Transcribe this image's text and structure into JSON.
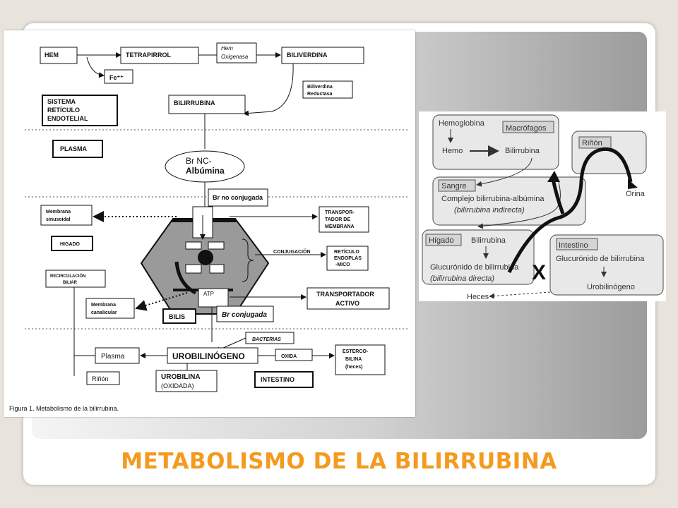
{
  "title": "METABOLISMO DE LA BILIRRUBINA",
  "left_figure": {
    "hem": "HEM",
    "tetrapirrol": "TETRAPIRROL",
    "hem_oxigenasa_1": "Hem",
    "hem_oxigenasa_2": "Oxigenasa",
    "biliverdina": "BILIVERDINA",
    "fe": "Fe⁺⁺",
    "biliverdina_reductasa_1": "Biliverdina",
    "biliverdina_reductasa_2": "Reductasa",
    "sistema_1": "SISTEMA",
    "sistema_2": "RETÍCULO",
    "sistema_3": "ENDOTELIAL",
    "bilirrubina": "BILIRRUBINA",
    "plasma": "PLASMA",
    "br_nc": "Br NC-",
    "albumina": "Albúmina",
    "br_no_conjugada": "Br no conjugada",
    "membrana_sinusoidal_1": "Membrana",
    "membrana_sinusoidal_2": "sinusoidal",
    "transportador_membrana_1": "TRANSPOR-",
    "transportador_membrana_2": "TADOR DE",
    "transportador_membrana_3": "MEMBRANA",
    "higado": "HIGADO",
    "conjugacion": "CONJUGACIÓN",
    "reticulo_1": "RETÍCULO",
    "reticulo_2": "ENDOPLÁS",
    "reticulo_3": "-MICO",
    "recirculacion_1": "RECIRCULACIÓN",
    "recirculacion_2": "BILIAR",
    "atp": "ATP",
    "transportador_activo_1": "TRANSPORTADOR",
    "transportador_activo_2": "ACTIVO",
    "membrana_canalicular_1": "Membrana",
    "membrana_canalicular_2": "canalicular",
    "bilis": "BILIS",
    "br_conjugada": "Br conjugada",
    "bacterias": "BACTERIAS",
    "plasma2": "Plasma",
    "urobilinogeno": "UROBILINÓGENO",
    "oxida": "OXIDA",
    "estercobilina_1": "ESTERCO-",
    "estercobilina_2": "BILINA",
    "estercobilina_3": "(heces)",
    "rinon": "Riñón",
    "urobilina_1": "UROBILINA",
    "urobilina_2": "(OXIDADA)",
    "intestino": "INTESTINO",
    "caption": "Figura 1. Metabolismo de la bilirrubina."
  },
  "right_figure": {
    "hemoglobina": "Hemoglobina",
    "macrofagos": "Macrófagos",
    "hemo": "Hemo",
    "bilirrubina": "Bilirrubina",
    "rinon": "Riñón",
    "sangre": "Sangre",
    "complejo": "Complejo bilirrubina-albúmina",
    "indirecta": "(bilirrubina indirecta)",
    "orina": "Orina",
    "higado": "Hígado",
    "bilirrubina2": "Bilirrubina",
    "intestino": "Intestino",
    "glucuronido_1": "Glucurónido de bilirrubina",
    "directa": "(bilirrubina directa)",
    "glucuronido_2": "Glucurónido de bilirrubina",
    "x_mark": "X",
    "urobilinogeno": "Urobilinógeno",
    "heces": "Heces"
  }
}
